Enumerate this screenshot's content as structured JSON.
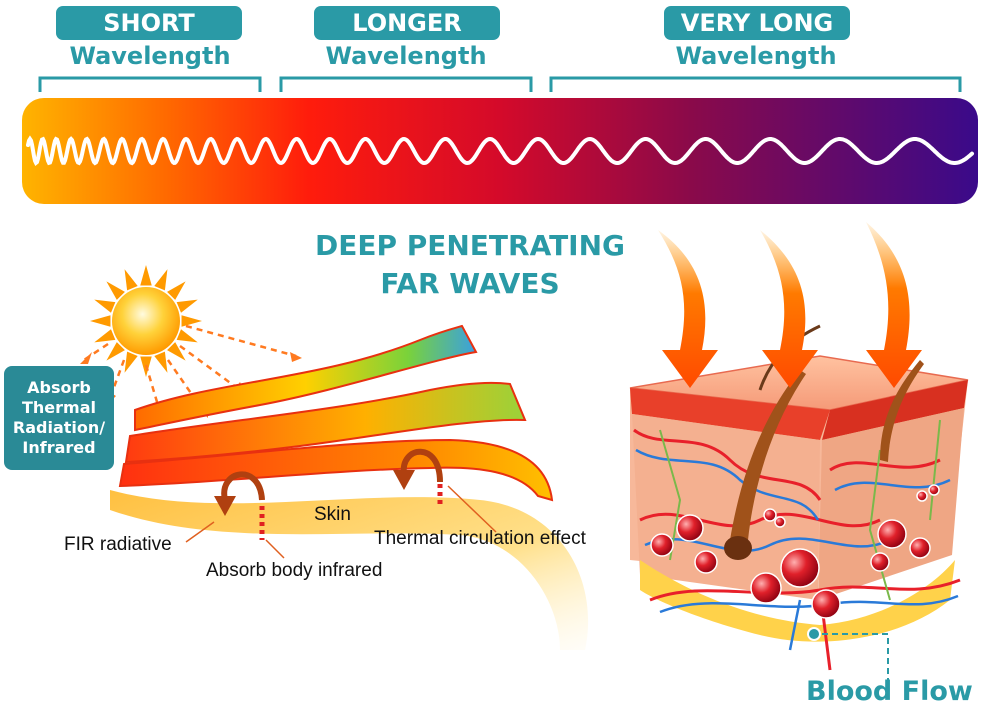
{
  "wavelengths": [
    {
      "badge": "SHORT",
      "sub": "Wavelength"
    },
    {
      "badge": "LONGER",
      "sub": "Wavelength"
    },
    {
      "badge": "VERY LONG",
      "sub": "Wavelength"
    }
  ],
  "headline": {
    "line1": "DEEP PENETRATING",
    "line2": "FAR WAVES"
  },
  "absorb_box": {
    "line1": "Absorb",
    "line2": "Thermal",
    "line3": "Radiation/",
    "line4": "Infrared"
  },
  "labels": {
    "skin": "Skin",
    "fir_radiative": "FIR radiative",
    "absorb_body_infrared": "Absorb body infrared",
    "thermal_circulation": "Thermal circulation effect"
  },
  "blood_flow": "Blood Flow",
  "colors": {
    "teal": "#2a9aa6",
    "spectrum_start": "#ffb000",
    "spectrum_mid": "#e80e1e",
    "spectrum_end": "#3a0a8a"
  },
  "icons": [
    "sun-icon",
    "heat-arrow-icon",
    "blood-cell-icon"
  ]
}
